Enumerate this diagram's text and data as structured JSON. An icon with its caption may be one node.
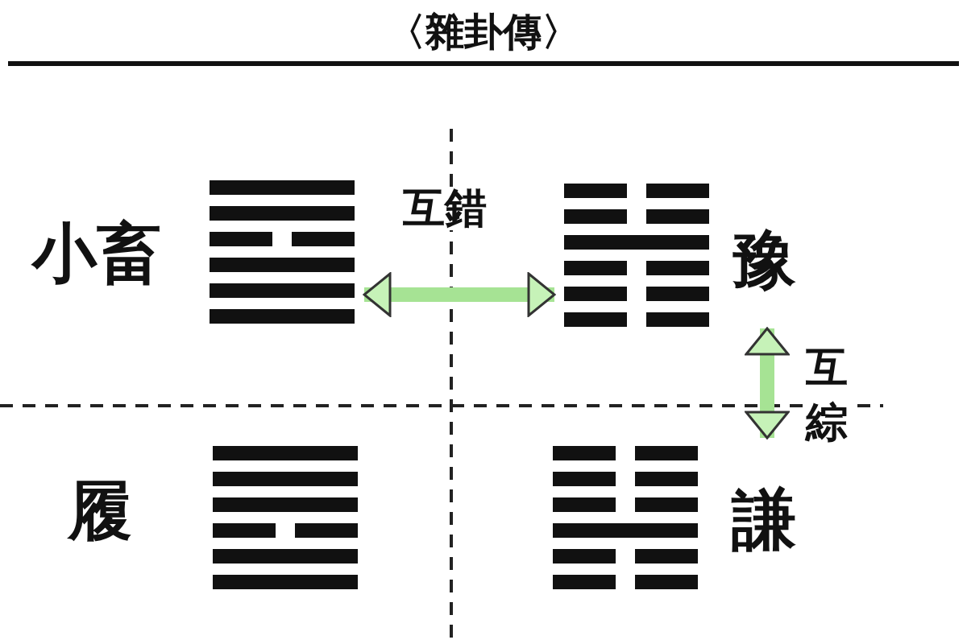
{
  "diagram": {
    "title": "〈雜卦傳〉",
    "nodes": [
      {
        "text": [
          "小畜"
        ]
      },
      {
        "text": [
          "豫"
        ]
      },
      {
        "text": [
          "履"
        ]
      },
      {
        "text": [
          "謙"
        ]
      }
    ],
    "edges": [
      {
        "from": 0,
        "to": 1,
        "arrow": "both",
        "label": "互錯"
      },
      {
        "from": 1,
        "to": 3,
        "arrow": "both",
        "label": "互綜"
      }
    ]
  }
}
